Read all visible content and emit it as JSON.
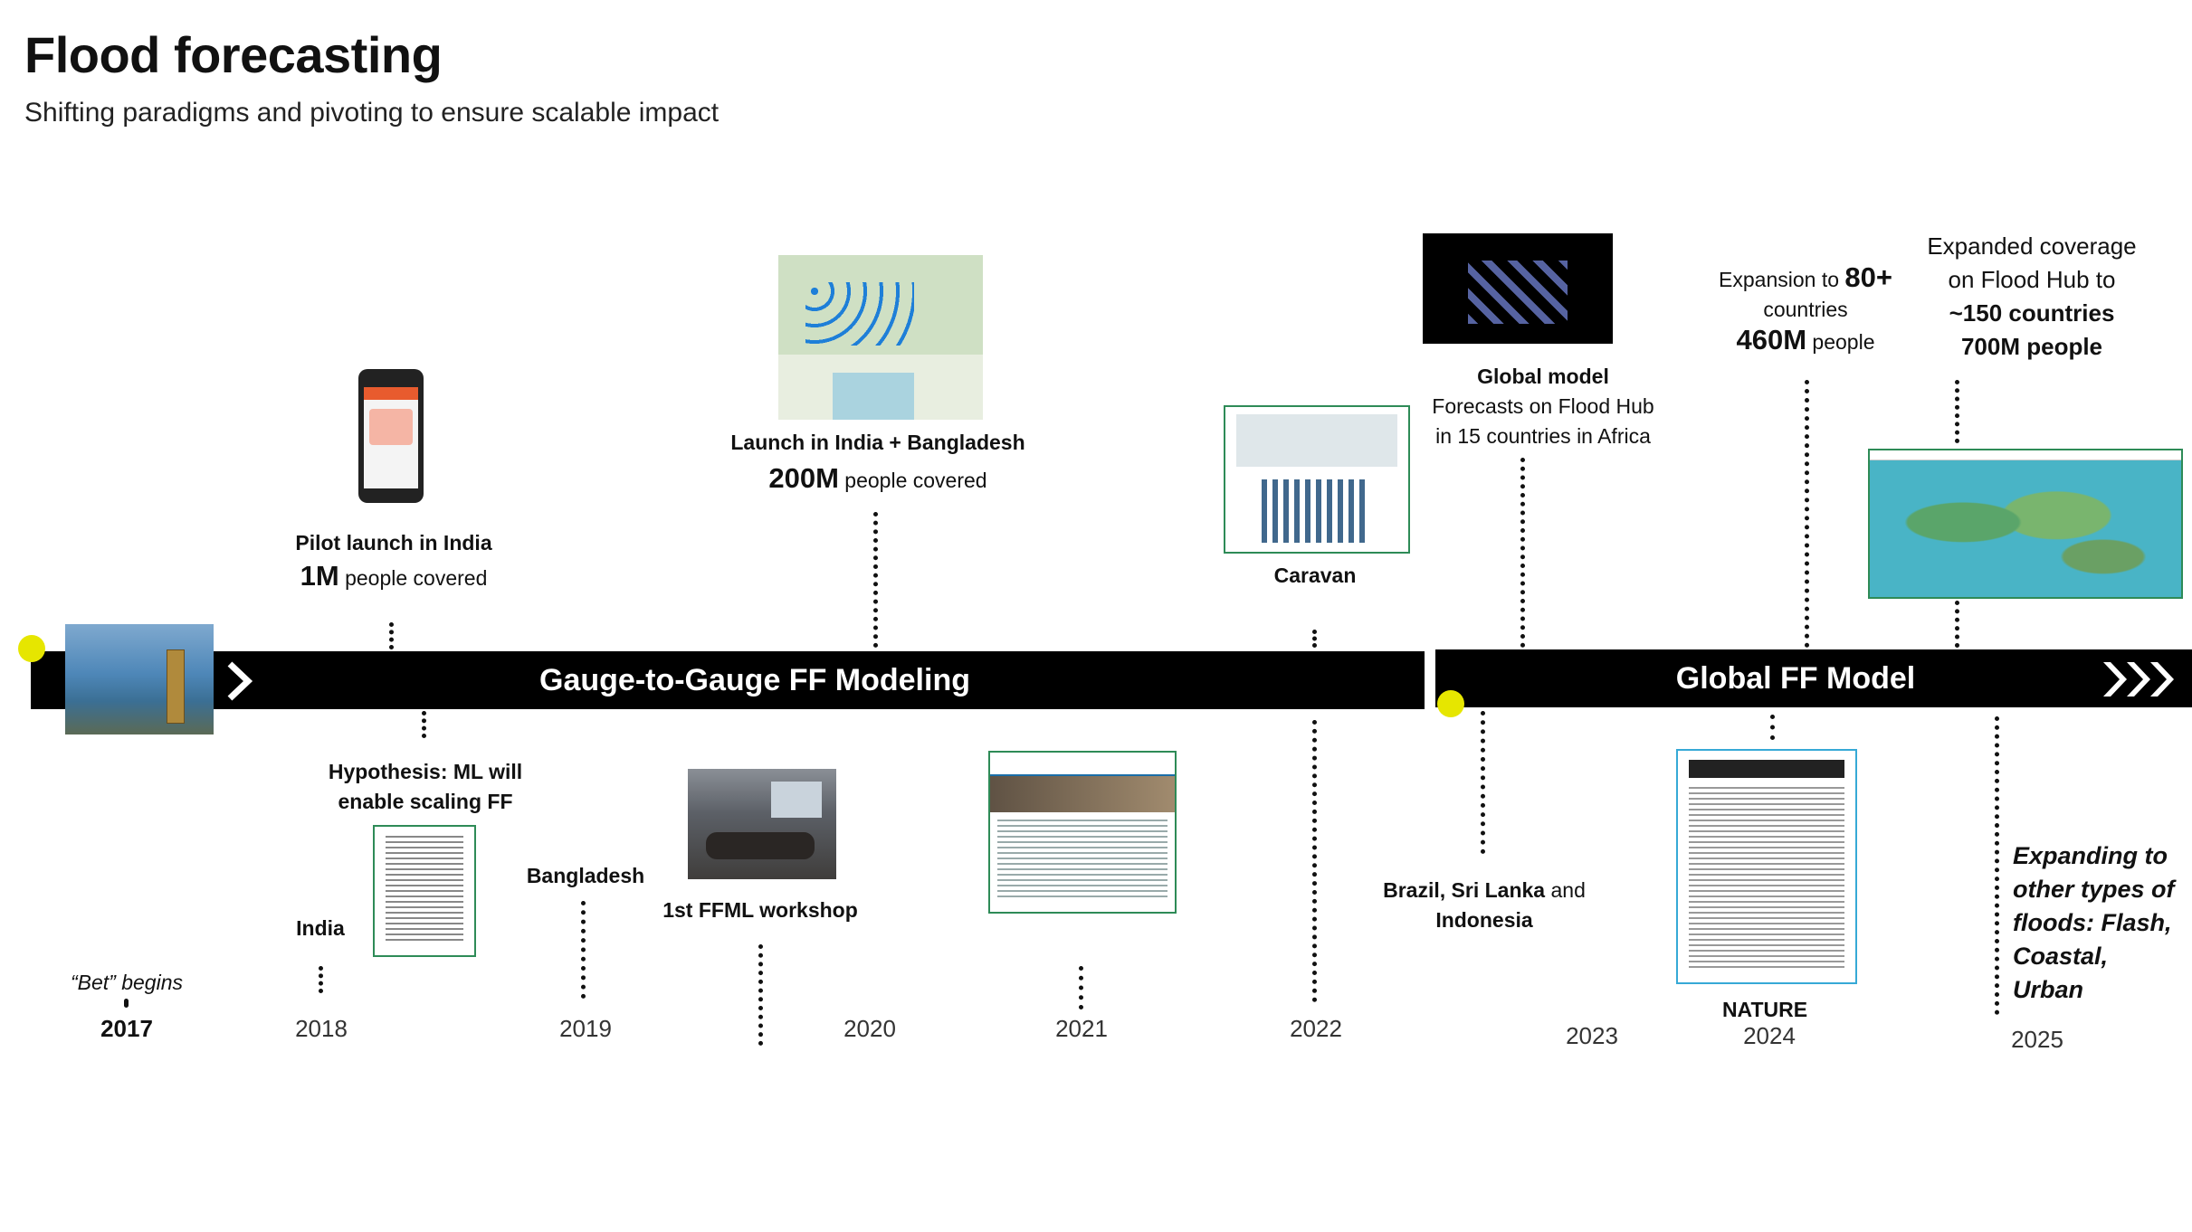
{
  "header": {
    "title": "Flood forecasting",
    "subtitle": "Shifting paradigms and pivoting to ensure scalable impact"
  },
  "bands": {
    "gauge": "Gauge-to-Gauge FF Modeling",
    "global": "Global FF Model"
  },
  "years": {
    "y2017": "2017",
    "y2018": "2018",
    "y2019": "2019",
    "y2020": "2020",
    "y2021": "2021",
    "y2022": "2022",
    "y2023": "2023",
    "y2024": "2024",
    "y2025": "2025"
  },
  "events": {
    "bet": "“Bet” begins",
    "pilot_title": "Pilot launch in India",
    "pilot_count": "1M",
    "pilot_suffix": " people covered",
    "hypothesis_l1": "Hypothesis: ML will",
    "hypothesis_l2": "enable scaling FF",
    "india": "India",
    "bangladesh": "Bangladesh",
    "workshop": "1st FFML workshop",
    "launch_title": "Launch in India + Bangladesh",
    "launch_count": "200M",
    "launch_suffix": " people covered",
    "caravan": "Caravan",
    "global_title": "Global model",
    "global_l2": "Forecasts on Flood Hub",
    "global_l3": "in 15 countries in Africa",
    "brazil_l1": "Brazil, Sri Lanka",
    "brazil_and": " and",
    "brazil_l2": "Indonesia",
    "exp80_prefix": "Expansion to ",
    "exp80_count": "80+",
    "exp80_l2": "countries",
    "exp80_people": "460M",
    "exp80_suffix": " people",
    "exp150_l1": "Expanded coverage",
    "exp150_l2": "on Flood Hub to",
    "exp150_l3": "~150 countries",
    "exp150_l4": "700M people",
    "nature": "NATURE",
    "expanding_l1": "Expanding to",
    "expanding_l2": "other types of",
    "expanding_l3": "floods: Flash,",
    "expanding_l4": "Coastal,",
    "expanding_l5": "Urban"
  },
  "colors": {
    "band": "#000000",
    "dot": "#e6e600",
    "thumb_border": "#2e8b57",
    "paper_border": "#36a9d6"
  }
}
